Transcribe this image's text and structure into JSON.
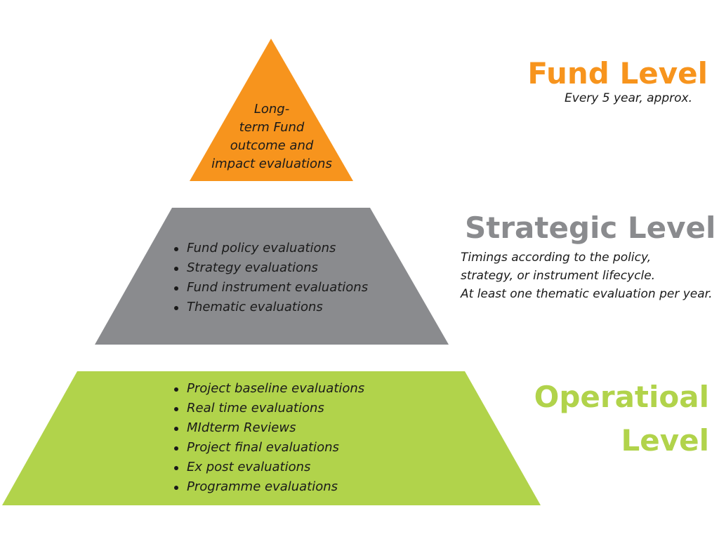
{
  "colors": {
    "fund": "#f7941d",
    "strategic": "#8a8b8e",
    "operational": "#b1d34b"
  },
  "fund": {
    "tier_lines": [
      "Long-",
      "term Fund",
      "outcome and",
      "impact evaluations"
    ],
    "title": "Fund Level",
    "note": "Every 5 year, approx."
  },
  "strategic": {
    "items": [
      "Fund policy evaluations",
      "Strategy evaluations",
      "Fund instrument evaluations",
      "Thematic evaluations"
    ],
    "title": "Strategic Level",
    "note_line1": "Timings according to the policy,",
    "note_line2": "strategy, or instrument lifecycle.",
    "note_line3": "At least one thematic evaluation per year."
  },
  "operational": {
    "items": [
      "Project baseline evaluations",
      "Real time evaluations",
      "MIdterm Reviews",
      "Project final evaluations",
      "Ex post evaluations",
      "Programme evaluations"
    ],
    "title_line1": "Operatioal",
    "title_line2": "Level"
  }
}
